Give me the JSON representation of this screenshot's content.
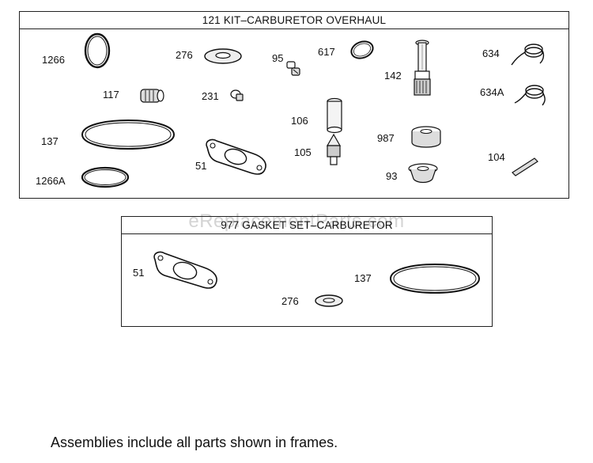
{
  "kit_frame": {
    "title": "121 KIT–CARBURETOR OVERHAUL",
    "parts": [
      {
        "id": "1266"
      },
      {
        "id": "276"
      },
      {
        "id": "95"
      },
      {
        "id": "617"
      },
      {
        "id": "142"
      },
      {
        "id": "634"
      },
      {
        "id": "117"
      },
      {
        "id": "231"
      },
      {
        "id": "634A"
      },
      {
        "id": "137"
      },
      {
        "id": "106"
      },
      {
        "id": "987"
      },
      {
        "id": "105"
      },
      {
        "id": "51"
      },
      {
        "id": "104"
      },
      {
        "id": "1266A"
      },
      {
        "id": "93"
      }
    ]
  },
  "gasket_frame": {
    "title": "977 GASKET SET–CARBURETOR",
    "parts": [
      {
        "id": "51"
      },
      {
        "id": "137"
      },
      {
        "id": "276"
      }
    ]
  },
  "watermark": "eReplacementParts.com",
  "footnote": "Assemblies include all parts shown in frames."
}
